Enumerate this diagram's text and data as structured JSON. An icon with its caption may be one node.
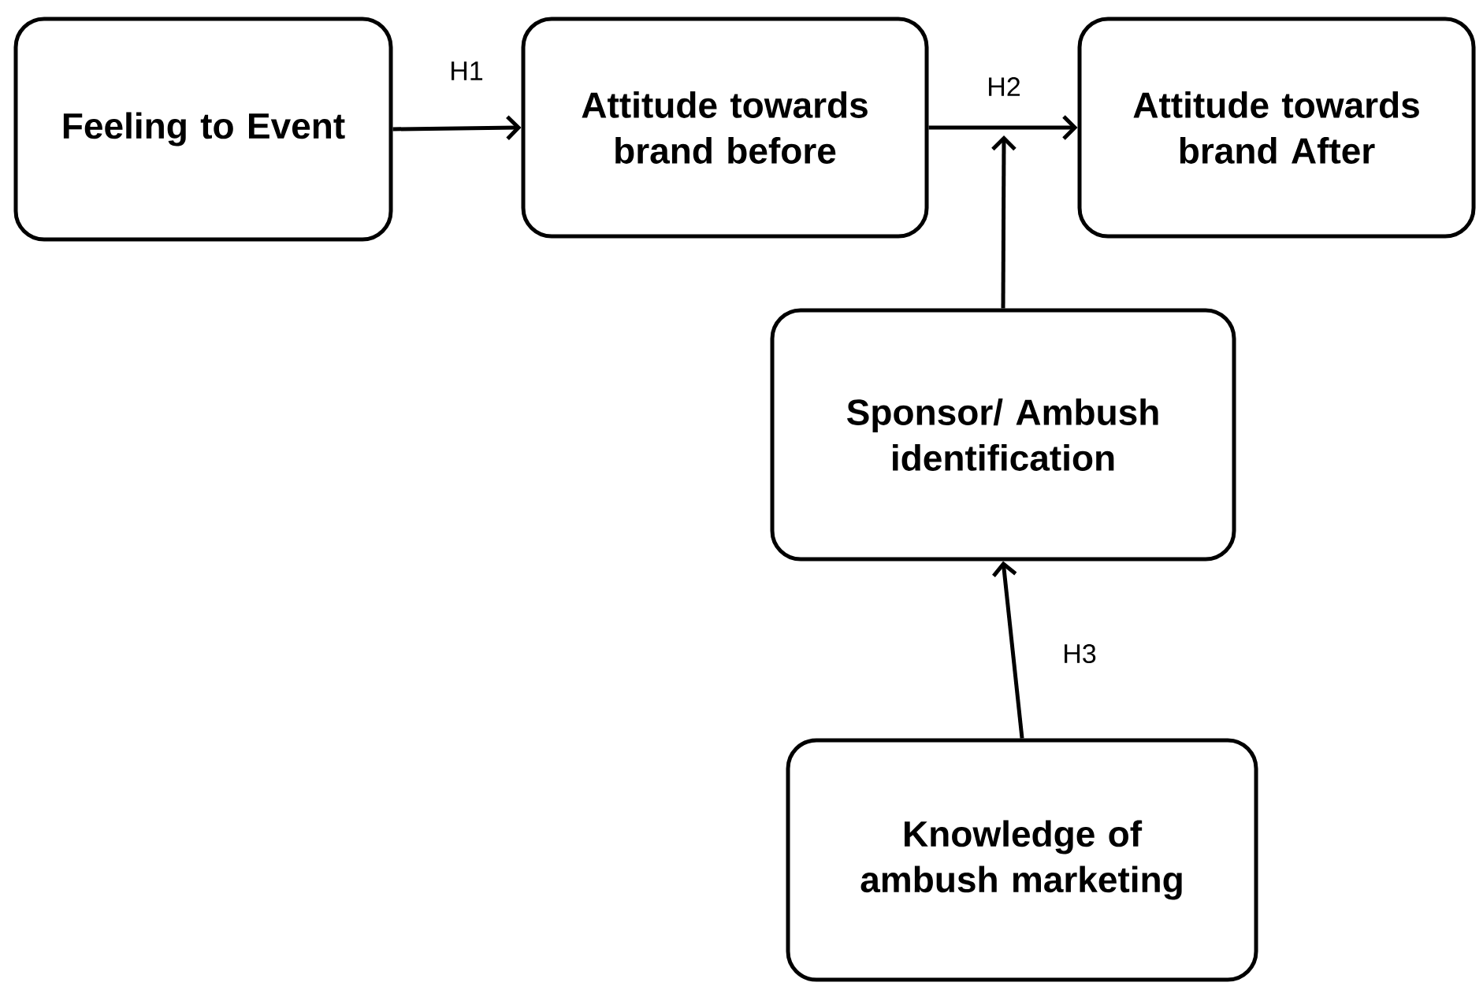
{
  "diagram": {
    "nodes": [
      {
        "text": [
          "Feeling to Event"
        ]
      },
      {
        "text": [
          "Attitude towards brand before"
        ]
      },
      {
        "text": [
          "Attitude towards brand After"
        ]
      },
      {
        "text": [
          "Sponsor/ Ambush identification"
        ]
      },
      {
        "text": [
          "Knowledge of ambush marketing"
        ]
      }
    ],
    "edges": [
      {
        "from": 0,
        "to": 1,
        "arrow": "to",
        "label": "H1"
      },
      {
        "from": 1,
        "to": 2,
        "arrow": "to",
        "label": "H2"
      },
      {
        "from": 3,
        "to": null,
        "arrow": "to"
      },
      {
        "from": 4,
        "to": 3,
        "arrow": "to",
        "label": "H3"
      }
    ]
  }
}
